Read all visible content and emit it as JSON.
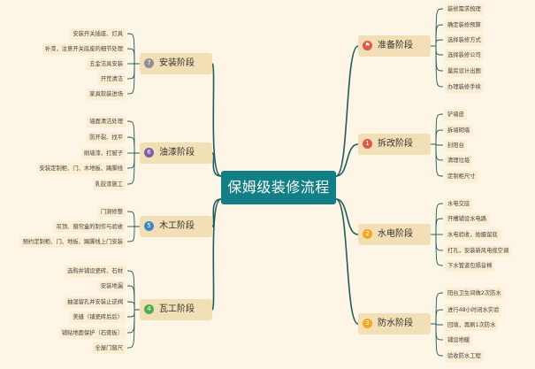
{
  "center_title": "保姆级装修流程",
  "colors": {
    "center": "#127f86",
    "stage_bg": "#f3dfb5",
    "link": "#1f5c5a",
    "leaf_bg": "#fbeed3"
  },
  "stages_right": [
    {
      "num": "P",
      "badge": "flag-icon",
      "color": "#e2574c",
      "label": "准备阶段",
      "items": [
        "装修需求梳理",
        "确定装修预算",
        "选择装修方式",
        "选择装修公司",
        "量房设计出图",
        "办理装修手续"
      ]
    },
    {
      "num": "1",
      "color": "#e2574c",
      "label": "拆改阶段",
      "items": [
        "铲墙皮",
        "拆墙砌墙",
        "封阳台",
        "清理垃圾",
        "定制柜尺寸"
      ]
    },
    {
      "num": "2",
      "color": "#f5a623",
      "label": "水电阶段",
      "items": [
        "水电交底",
        "开槽铺设水电路",
        "水电验收，拍摄留底",
        "打孔，安装新风电缆空调",
        "下水管道包隔音棉"
      ]
    },
    {
      "num": "3",
      "color": "#f5a623",
      "label": "防水阶段",
      "items": [
        "阳台卫生间做2次防水",
        "进行48小时闭水实验",
        "回填，再刷1次防水",
        "铺设地暖",
        "验收防水工程"
      ]
    }
  ],
  "stages_left": [
    {
      "num": "7",
      "color": "#8e8e93",
      "label": "安装阶段",
      "items": [
        "安装开关插座、灯具",
        "补漆，注意开关底座的细节处理",
        "五金洁具安装",
        "开荒清洁",
        "家具软装进场"
      ]
    },
    {
      "num": "6",
      "color": "#7b5ea7",
      "label": "油漆阶段",
      "items": [
        "墙面清洁处理",
        "防开裂、找平",
        "刷墙漆、打腻子",
        "安装定制柜、门、木地板、踢脚线",
        "乳胶漆施工"
      ]
    },
    {
      "num": "5",
      "color": "#3f86c9",
      "label": "木工阶段",
      "items": [
        "门洞修整",
        "吊顶、窗帘盒的制作与验收",
        "预约定制柜、门、地板、踢脚线上门安装"
      ]
    },
    {
      "num": "4",
      "color": "#4caf50",
      "label": "瓦工阶段",
      "items": [
        "选购并铺设瓷砖、石材",
        "安装地漏",
        "抽湿留孔并安装止逆阀",
        "美缝（铺瓷砖后后）",
        "铺贴地面保护（石膏板）",
        "全屋门窗尺"
      ]
    }
  ]
}
